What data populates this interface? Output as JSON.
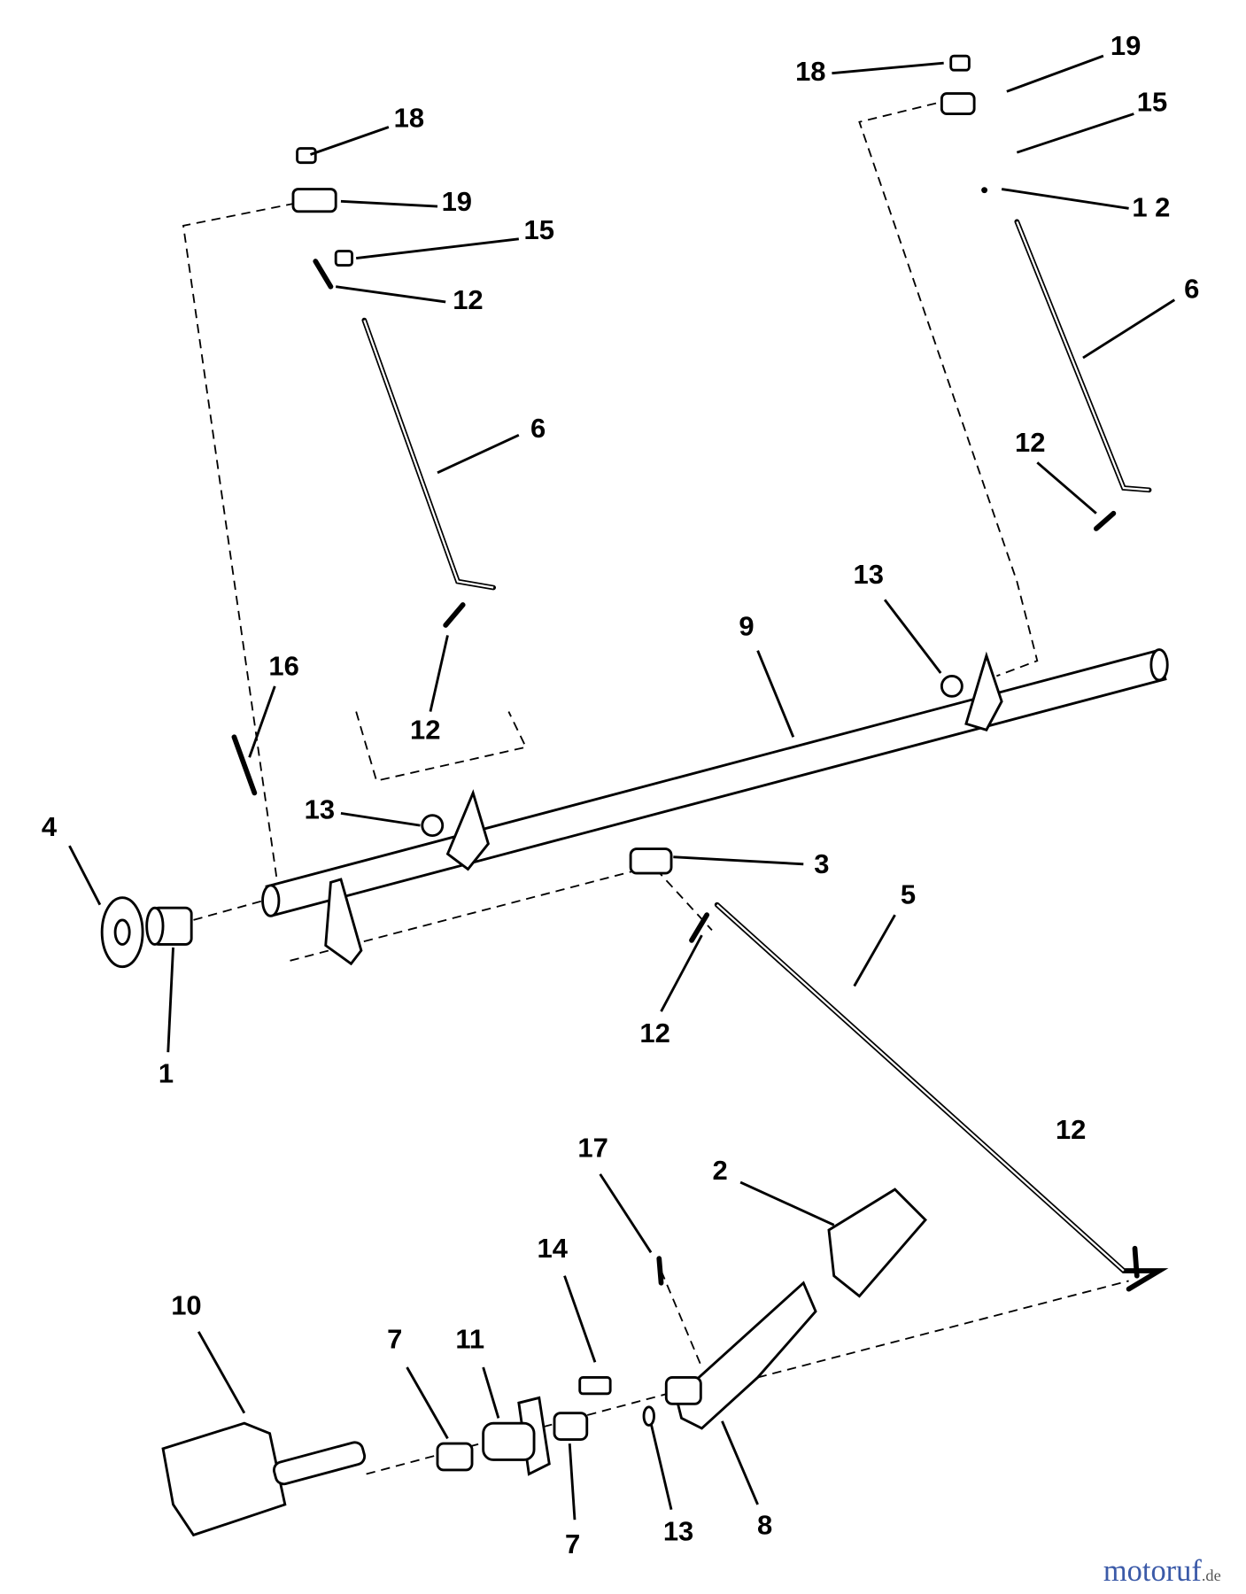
{
  "callouts": {
    "l18a": "18",
    "l19a": "19",
    "l15a": "15",
    "l12a": "12",
    "l6a": "6",
    "l12b": "12",
    "l16": "16",
    "l13a": "13",
    "l4": "4",
    "l1": "1",
    "l9": "9",
    "l13b": "13",
    "l3": "3",
    "l5": "5",
    "l12c": "12",
    "l18b": "18",
    "l19b": "19",
    "l15b": "15",
    "l12d": "1 2",
    "l6b": "6",
    "l12e": "12",
    "l12f": "12",
    "l17": "17",
    "l2": "2",
    "l14": "14",
    "l10": "10",
    "l7a": "7",
    "l11": "11",
    "l7b": "7",
    "l13c": "13",
    "l8": "8"
  },
  "watermark": {
    "brand": "motoruf",
    "tld": ".de",
    "colors": [
      "#3b5aa8",
      "#d33",
      "#e6a21a",
      "#2c9a3c",
      "#c94ba0"
    ]
  }
}
